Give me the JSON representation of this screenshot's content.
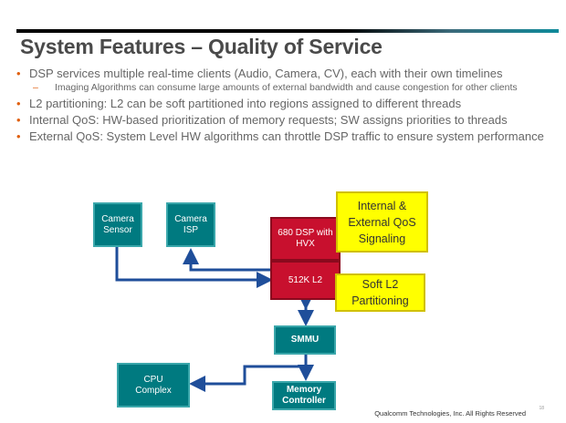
{
  "slide": {
    "title": "System Features – Quality of Service",
    "bullets": [
      {
        "text": "DSP services multiple real-time clients (Audio, Camera, CV), each with their own timelines",
        "sub": "Imaging Algorithms can consume large amounts of external bandwidth and cause congestion for other clients"
      },
      {
        "text": "L2 partitioning: L2 can be soft partitioned into regions assigned to different threads"
      },
      {
        "text": "Internal QoS: HW-based prioritization of memory requests; SW assigns priorities to threads"
      },
      {
        "text": "External QoS: System Level HW algorithms can throttle DSP traffic to ensure system performance"
      }
    ],
    "footer": "Qualcomm Technologies, Inc. All Rights Reserved",
    "page_number": "18"
  },
  "diagram": {
    "camera_sensor": "Camera\nSensor",
    "camera_isp": "Camera\nISP",
    "dsp": "680 DSP with\nHVX",
    "l2": "512K L2",
    "smmu": "SMMU",
    "cpu_complex": "CPU\nComplex",
    "memory_controller": "Memory\nController",
    "callout_qos": "Internal &\nExternal QoS\nSignaling",
    "callout_l2": "Soft L2\nPartitioning"
  },
  "colors": {
    "teal": "#007a80",
    "red": "#c8102e",
    "yellow": "#ffff00",
    "bullet_orange": "#e06010",
    "arrow_blue": "#1f4e9a"
  }
}
